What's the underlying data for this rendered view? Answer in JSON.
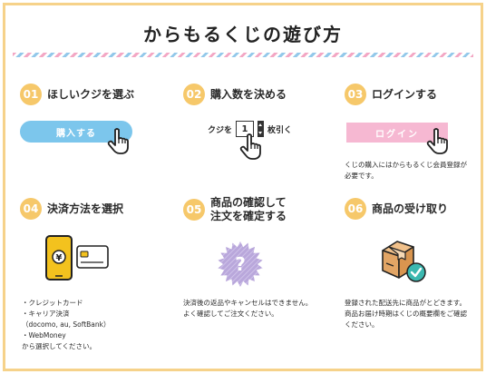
{
  "page": {
    "title": "からもるくじの遊び方"
  },
  "steps": [
    {
      "num": "01",
      "title": "ほしいクジを選ぶ",
      "button_label": "購入する"
    },
    {
      "num": "02",
      "title": "購入数を決める",
      "qty_prefix": "クジを",
      "qty_value": "1",
      "qty_suffix": "枚引く"
    },
    {
      "num": "03",
      "title": "ログインする",
      "button_label": "ログイン",
      "desc": "くじの購入にはからもるくじ会員登録が\n必要です。"
    },
    {
      "num": "04",
      "title": "決済方法を選択",
      "desc": "・クレジットカード\n・キャリア決済\n（docomo, au, SoftBank）\n・WebMoney\nから選択してください。"
    },
    {
      "num": "05",
      "title_line1": "商品の確認して",
      "title_line2": "注文を確定する",
      "badge_symbol": "?",
      "desc": "決済後の返品やキャンセルはできません。\nよく確認してご注文ください。"
    },
    {
      "num": "06",
      "title": "商品の受け取り",
      "desc": "登録された配送先に商品がとどきます。\n商品お届け時期はくじの概要欄をご確認\nください。"
    }
  ],
  "colors": {
    "border": "#f6d28a",
    "number_circle": "#f6c86a",
    "buy_button": "#7cc6ec",
    "login_button": "#f6b8d2",
    "badge_purple": "#b9a7db",
    "box_brown": "#e2a565",
    "check_teal": "#3bb8b0",
    "phone_yellow": "#f3c21e"
  },
  "icons": [
    "hand-pointer-icon",
    "smartphone-yen-icon",
    "credit-card-icon",
    "question-badge-icon",
    "delivery-box-icon",
    "check-circle-icon"
  ]
}
